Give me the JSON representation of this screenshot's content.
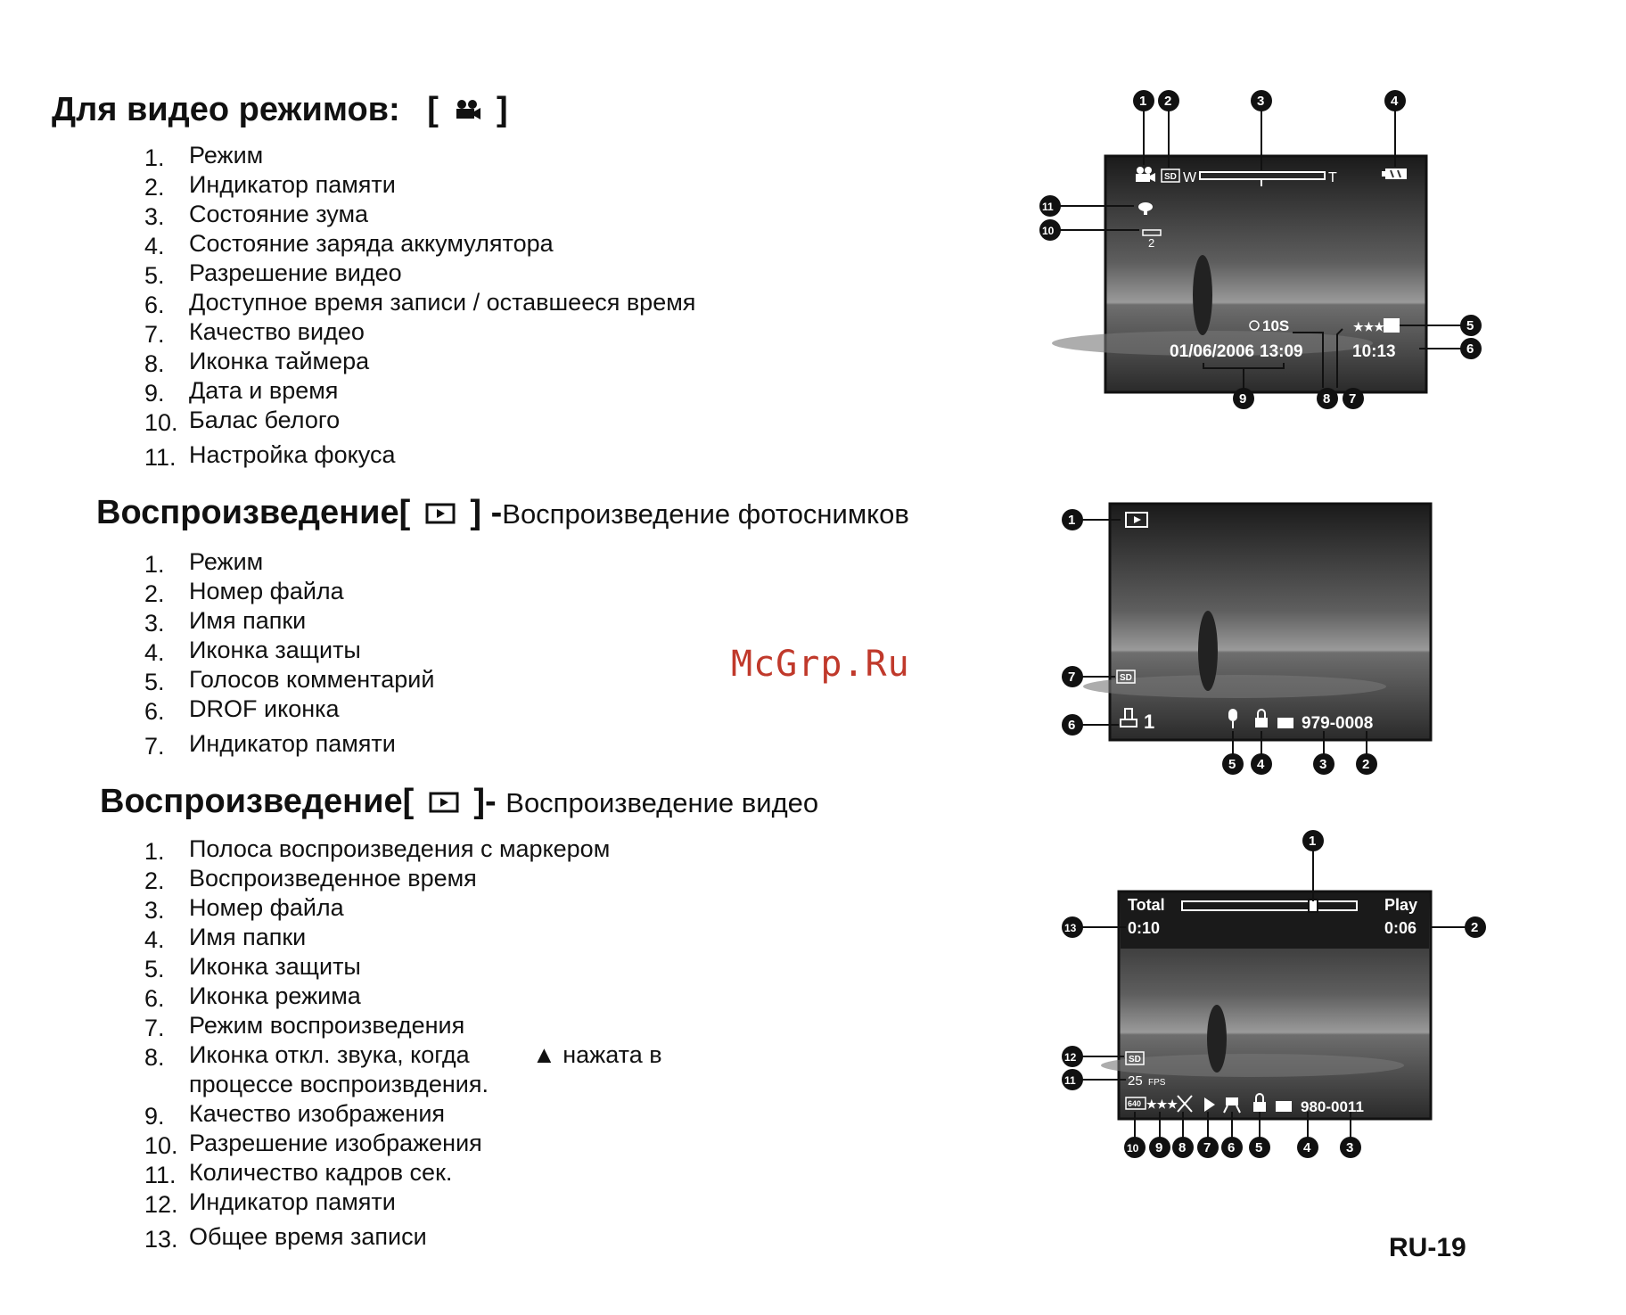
{
  "section_video": {
    "title": "Для видео режимов:",
    "bracket_open": "[",
    "bracket_close": "]",
    "icon": "movie-camera-icon",
    "items": [
      {
        "num": "1.",
        "text": "Режим"
      },
      {
        "num": "2.",
        "text": "Индикатор памяти"
      },
      {
        "num": "3.",
        "text": "Состояние зума"
      },
      {
        "num": "4.",
        "text": "Состояние заряда аккумулятора"
      },
      {
        "num": "5.",
        "text": "Разрешение видео"
      },
      {
        "num": "6.",
        "text": "Доступное время записи / оставшееся время"
      },
      {
        "num": "7.",
        "text": "Качество видео"
      },
      {
        "num": "8.",
        "text": "Иконка таймера"
      },
      {
        "num": "9.",
        "text": "Дата и время"
      },
      {
        "num": "10.",
        "text": "Балас белого"
      },
      {
        "num": "11.",
        "text": "Настройка фокуса"
      }
    ],
    "screen": {
      "zoom_w": "W",
      "zoom_t": "T",
      "memory": "SD",
      "wb_value": "2",
      "timer": "10S",
      "date": "01/06/2006",
      "time": "13:09",
      "remaining": "10:13",
      "quality": "★★★",
      "callouts": [
        "1",
        "2",
        "3",
        "4",
        "5",
        "6",
        "7",
        "8",
        "9",
        "10",
        "11"
      ]
    }
  },
  "section_photo_playback": {
    "title": "Воспроизведение",
    "bracket_open": "[",
    "bracket_close": "] -",
    "subtitle": "Воспроизведение фотоснимков",
    "icon": "play-icon",
    "items": [
      {
        "num": "1.",
        "text": "Режим"
      },
      {
        "num": "2.",
        "text": "Номер файла"
      },
      {
        "num": "3.",
        "text": "Имя папки"
      },
      {
        "num": "4.",
        "text": "Иконка защиты"
      },
      {
        "num": "5.",
        "text": "Голосов комментарий"
      },
      {
        "num": "6.",
        "text": "DROF  иконка"
      },
      {
        "num": "7.",
        "text": "Индикатор памяти"
      }
    ],
    "screen": {
      "memory": "SD",
      "dpof_count": "1",
      "file": "979-0008",
      "callouts": [
        "1",
        "2",
        "3",
        "4",
        "5",
        "6",
        "7"
      ]
    }
  },
  "section_video_playback": {
    "title": "Воспроизведение",
    "bracket_open": "[",
    "bracket_close": "]-",
    "subtitle": "Воспроизведение видео",
    "icon": "play-icon",
    "items": [
      {
        "num": "1.",
        "text": "Полоса воспроизведения с маркером"
      },
      {
        "num": "2.",
        "text": "Воспроизведенное время"
      },
      {
        "num": "3.",
        "text": "Номер файла"
      },
      {
        "num": "4.",
        "text": "Имя папки"
      },
      {
        "num": "5.",
        "text": "Иконка защиты"
      },
      {
        "num": "6.",
        "text": "Иконка режима"
      },
      {
        "num": "7.",
        "text": "Режим воспроизведения"
      },
      {
        "num": "8.",
        "text": "Иконка откл. звука, когда",
        "text_mid": "▲ нажата  в",
        "text2": "процессе воспроизвдения."
      },
      {
        "num": "9.",
        "text": "Качество изображения"
      },
      {
        "num": "10.",
        "text": "Разрешение изображения"
      },
      {
        "num": "11.",
        "text": "Количество кадров сек."
      },
      {
        "num": "12.",
        "text": "Индикатор памяти"
      },
      {
        "num": "13.",
        "text": "Общее время записи"
      }
    ],
    "screen": {
      "total_label": "Total",
      "play_label": "Play",
      "total_time": "0:10",
      "play_time": "0:06",
      "playback_position": 0.75,
      "memory": "SD",
      "fps_value": "25",
      "fps_unit": "FPS",
      "resolution": "640",
      "quality": "★★★",
      "file": "980-0011",
      "callouts": [
        "1",
        "2",
        "3",
        "4",
        "5",
        "6",
        "7",
        "8",
        "9",
        "10",
        "11",
        "12",
        "13"
      ]
    }
  },
  "watermark": "McGrp.Ru",
  "page_number": "RU-19"
}
